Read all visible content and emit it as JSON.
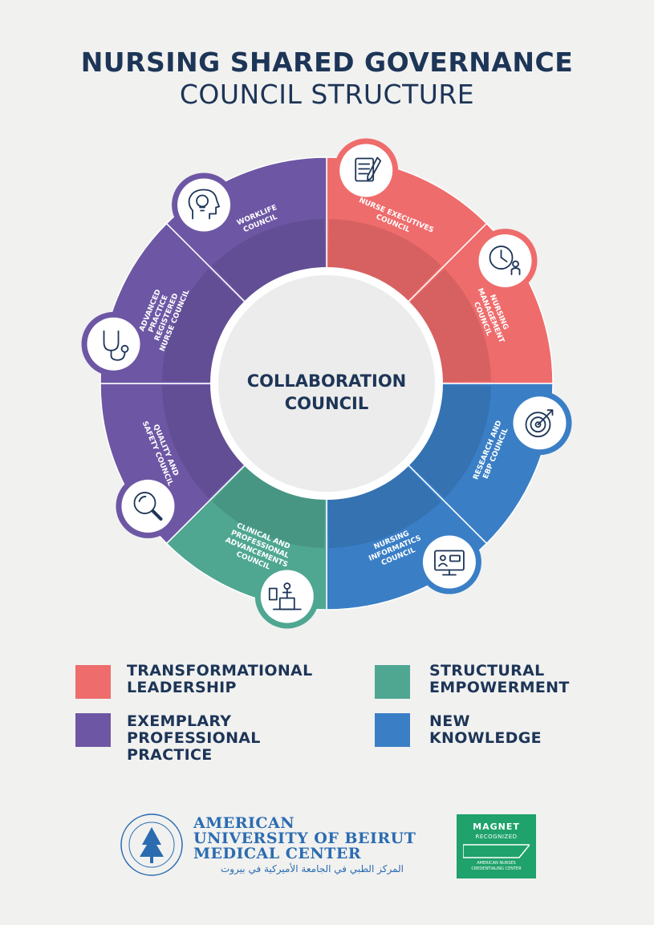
{
  "header": {
    "title": "NURSING SHARED GOVERNANCE",
    "subtitle": "COUNCIL STRUCTURE"
  },
  "center": {
    "line1": "COLLABORATION",
    "line2": "COUNCIL"
  },
  "colors": {
    "transformational": "#ef6c6c",
    "exemplary": "#6d57a4",
    "structural": "#4fa792",
    "new_knowledge": "#3a7fc6",
    "navy": "#1d3557"
  },
  "councils": [
    {
      "id": "nurse-executives",
      "lines": [
        "NURSE EXECUTIVES",
        "COUNCIL"
      ],
      "icon": "document-pen-icon",
      "category": "transformational"
    },
    {
      "id": "nursing-management",
      "lines": [
        "NURSING",
        "MANAGEMENT",
        "COUNCIL"
      ],
      "icon": "clock-presenter-icon",
      "category": "transformational"
    },
    {
      "id": "research-ebp",
      "lines": [
        "RESEARCH AND",
        "EBP COUNCIL"
      ],
      "icon": "target-arrow-icon",
      "category": "new_knowledge"
    },
    {
      "id": "nursing-informatics",
      "lines": [
        "NURSING",
        "INFORMATICS",
        "COUNCIL"
      ],
      "icon": "computer-screen-icon",
      "category": "new_knowledge"
    },
    {
      "id": "clinical-professional",
      "lines": [
        "CLINICAL AND",
        "PROFESSIONAL",
        "ADVANCEMENTS",
        "COUNCIL"
      ],
      "icon": "podium-speaker-icon",
      "category": "structural"
    },
    {
      "id": "quality-safety",
      "lines": [
        "QUALITY AND",
        "SAFETY COUNCIL"
      ],
      "icon": "magnifier-icon",
      "category": "exemplary"
    },
    {
      "id": "advanced-practice",
      "lines": [
        "ADVANCED",
        "PRACTICE",
        "REGISTERED",
        "NURSE COUNCIL"
      ],
      "icon": "stethoscope-icon",
      "category": "exemplary"
    },
    {
      "id": "worklife",
      "lines": [
        "WORKLIFE",
        "COUNCIL"
      ],
      "icon": "head-bulb-icon",
      "category": "exemplary"
    }
  ],
  "legend": {
    "transformational": [
      "TRANSFORMATIONAL",
      "LEADERSHIP"
    ],
    "structural": [
      "STRUCTURAL",
      "EMPOWERMENT"
    ],
    "exemplary": [
      "EXEMPLARY",
      "PROFESSIONAL",
      "PRACTICE"
    ],
    "new_knowledge": [
      "NEW",
      "KNOWLEDGE"
    ]
  },
  "footer": {
    "aub_line1": "AMERICAN",
    "aub_line2": "UNIVERSITY OF BEIRUT",
    "aub_line3": "MEDICAL CENTER",
    "aub_arabic": "المركز الطبي في الجامعة الأميركية في بيروت",
    "magnet_line1": "MAGNET",
    "magnet_line2": "RECOGNIZED",
    "magnet_line3": "AMERICAN NURSES",
    "magnet_line4": "CREDENTIALING CENTER"
  }
}
